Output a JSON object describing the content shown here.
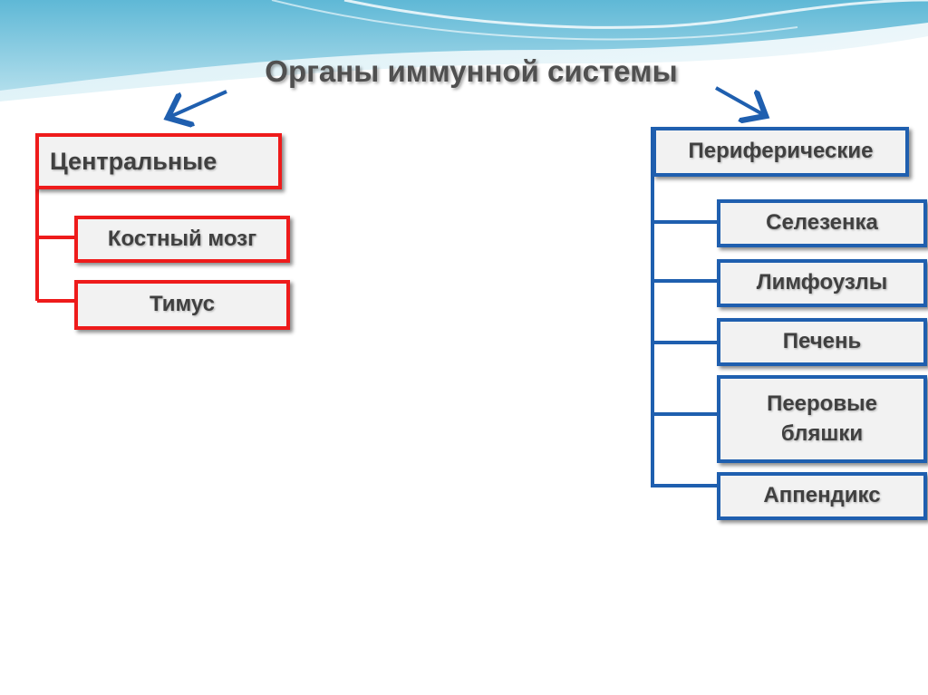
{
  "title": "Органы иммунной системы",
  "central": {
    "header": "Центральные",
    "items": [
      "Костный мозг",
      "Тимус"
    ]
  },
  "peripheral": {
    "header": "Периферические",
    "items": [
      "Селезенка",
      "Лимфоузлы",
      "Печень",
      "Пееровые бляшки",
      "Аппендикс"
    ]
  },
  "colors": {
    "central": "#ee1b1b",
    "peripheral": "#1f5faf",
    "text": "#404040",
    "box_fill": "#f2f2f2"
  }
}
